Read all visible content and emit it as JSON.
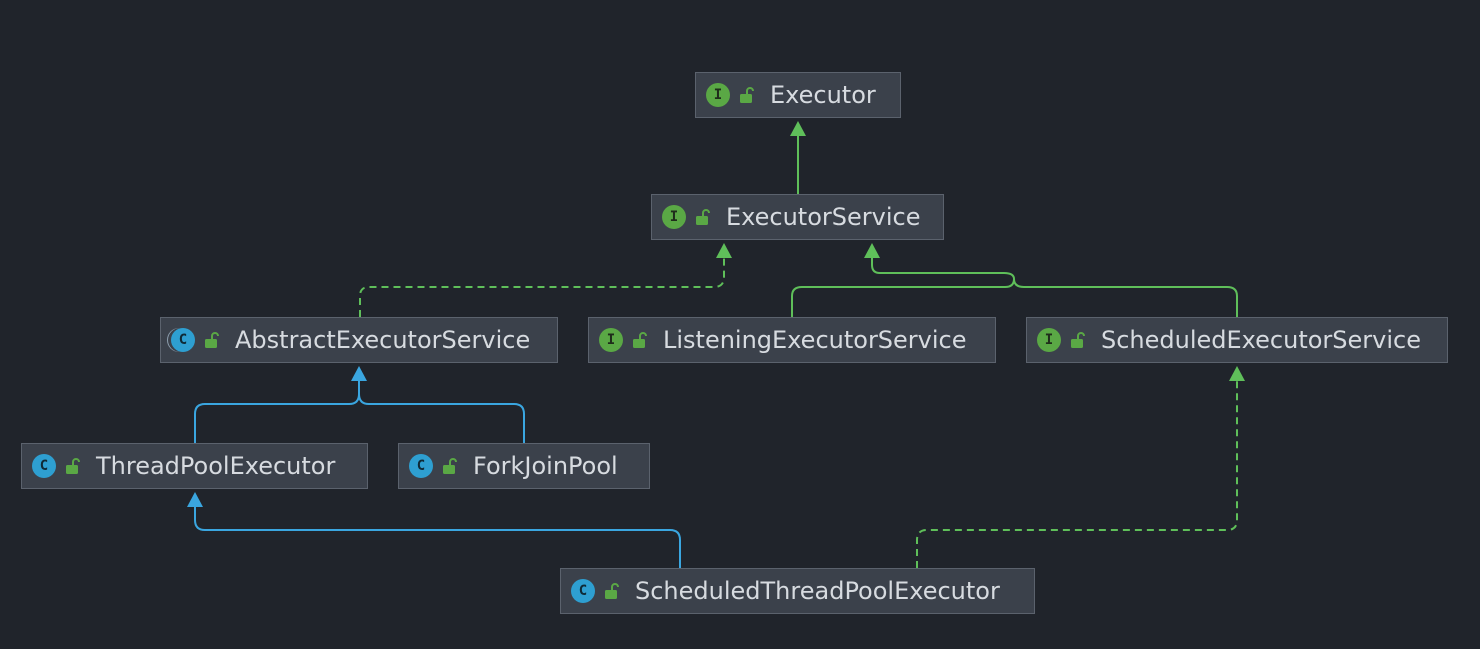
{
  "colors": {
    "background": "#20242b",
    "node_fill": "#3b414b",
    "node_border": "#5b626d",
    "implements_edge": "#5fbf5a",
    "extends_edge": "#3aa6e0"
  },
  "nodes": [
    {
      "id": "executor",
      "kind": "interface",
      "badge": "I",
      "icon": "public-lock-icon",
      "label": "Executor"
    },
    {
      "id": "executor_service",
      "kind": "interface",
      "badge": "I",
      "icon": "public-lock-icon",
      "label": "ExecutorService"
    },
    {
      "id": "abstract_executor_service",
      "kind": "abstract",
      "badge": "C",
      "icon": "public-lock-icon",
      "label": "AbstractExecutorService"
    },
    {
      "id": "listening_executor_service",
      "kind": "interface",
      "badge": "I",
      "icon": "public-lock-icon",
      "label": "ListeningExecutorService"
    },
    {
      "id": "scheduled_executor_service",
      "kind": "interface",
      "badge": "I",
      "icon": "public-lock-icon",
      "label": "ScheduledExecutorService"
    },
    {
      "id": "thread_pool_executor",
      "kind": "class",
      "badge": "C",
      "icon": "public-lock-icon",
      "label": "ThreadPoolExecutor"
    },
    {
      "id": "fork_join_pool",
      "kind": "class",
      "badge": "C",
      "icon": "public-lock-icon",
      "label": "ForkJoinPool"
    },
    {
      "id": "scheduled_thread_pool_executor",
      "kind": "class",
      "badge": "C",
      "icon": "public-lock-icon",
      "label": "ScheduledThreadPoolExecutor"
    }
  ],
  "edges": [
    {
      "from": "executor_service",
      "to": "executor",
      "type": "extends-interface"
    },
    {
      "from": "abstract_executor_service",
      "to": "executor_service",
      "type": "implements"
    },
    {
      "from": "listening_executor_service",
      "to": "executor_service",
      "type": "extends-interface"
    },
    {
      "from": "scheduled_executor_service",
      "to": "executor_service",
      "type": "extends-interface"
    },
    {
      "from": "thread_pool_executor",
      "to": "abstract_executor_service",
      "type": "extends"
    },
    {
      "from": "fork_join_pool",
      "to": "abstract_executor_service",
      "type": "extends"
    },
    {
      "from": "scheduled_thread_pool_executor",
      "to": "thread_pool_executor",
      "type": "extends"
    },
    {
      "from": "scheduled_thread_pool_executor",
      "to": "scheduled_executor_service",
      "type": "implements"
    }
  ]
}
